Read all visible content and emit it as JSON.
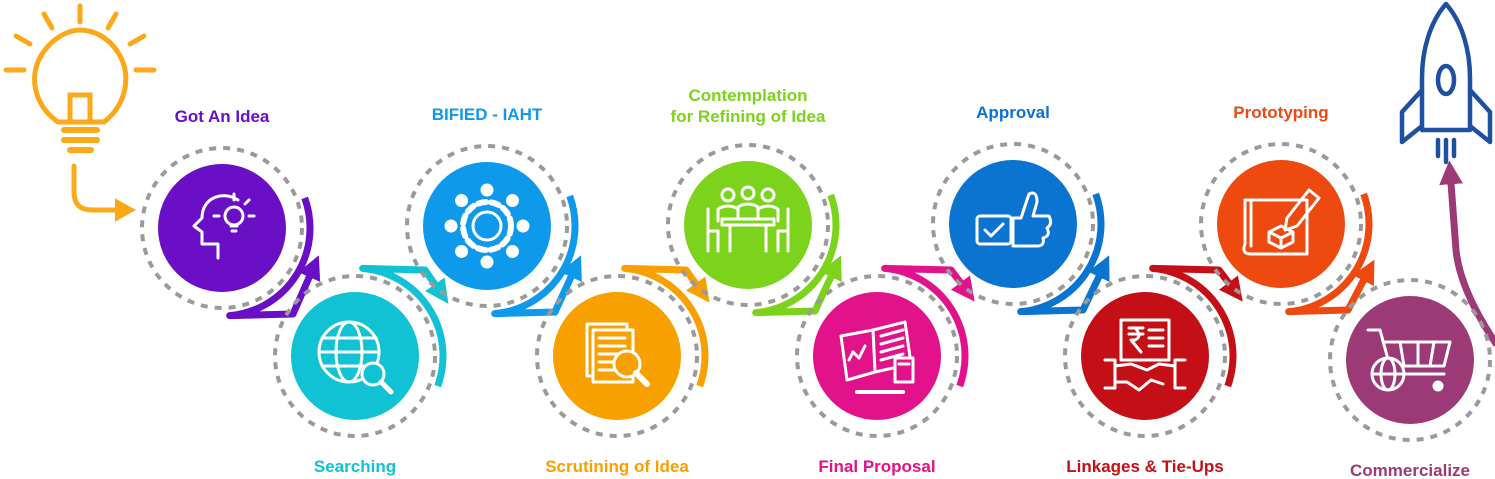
{
  "steps": [
    {
      "label": "Got An Idea",
      "color": "#6A0FC5",
      "icon": "head-idea-icon"
    },
    {
      "label": "Searching",
      "color": "#11C1D4",
      "icon": "globe-search-icon"
    },
    {
      "label": "BIFIED - IAHT",
      "color": "#0E99EA",
      "icon": "team-gear-icon"
    },
    {
      "label": "Scrutining of Idea",
      "color": "#F8A000",
      "icon": "document-magnifier-icon"
    },
    {
      "label": "Contemplation",
      "label2": "for Refining of Idea",
      "color": "#7CD31B",
      "icon": "meeting-table-icon"
    },
    {
      "label": "Final Proposal",
      "color": "#E2128A",
      "icon": "notebook-calculator-icon"
    },
    {
      "label": "Approval",
      "color": "#0B73D0",
      "icon": "thumbs-up-check-icon"
    },
    {
      "label": "Linkages & Tie-Ups",
      "color": "#C40F16",
      "icon": "rupee-handshake-icon"
    },
    {
      "label": "Prototyping",
      "color": "#EE4A10",
      "icon": "blueprint-pencil-icon"
    },
    {
      "label": "Commercialize",
      "color": "#9C3A77",
      "icon": "shopping-cart-globe-icon"
    }
  ],
  "decor": {
    "bulb": {
      "icon": "light-bulb-icon",
      "color": "#FBA919"
    },
    "rocket": {
      "icon": "rocket-icon",
      "color": "#1E4FA0"
    },
    "ring_color": "#9A9A9A"
  }
}
